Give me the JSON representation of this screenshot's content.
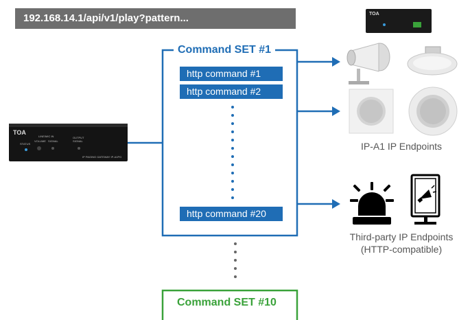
{
  "url_banner": "192.168.14.1/api/v1/play?pattern...",
  "command_set_1": {
    "title": "Command SET #1",
    "commands": [
      "http command #1",
      "http command #2",
      "http command #20"
    ]
  },
  "command_set_10": {
    "title": "Command SET #10"
  },
  "gateway": {
    "brand": "TOA",
    "labels": [
      "STATUS",
      "LINE/MIC IN",
      "VOLUME",
      "SIGNAL",
      "OUTPUT",
      "SIGNAL",
      "IP PAGING GATEWAY  IP-A1PG"
    ]
  },
  "small_device": {
    "brand": "TOA"
  },
  "endpoints": {
    "ip_a1_caption": "IP-A1 IP Endpoints",
    "third_party_caption_line1": "Third-party IP Endpoints",
    "third_party_caption_line2": "(HTTP-compatible)"
  },
  "colors": {
    "blue": "#1f6db5",
    "green": "#3aa23a",
    "banner": "#6e6e6e"
  }
}
